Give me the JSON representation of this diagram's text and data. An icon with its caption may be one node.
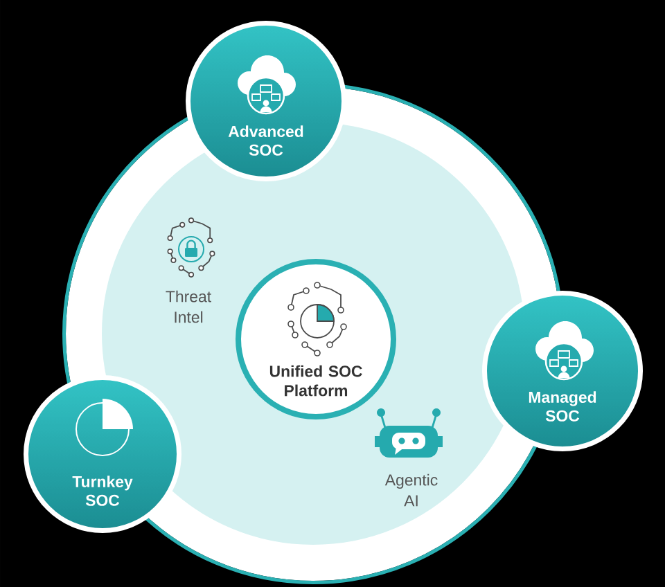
{
  "diagram": {
    "nodes": [
      {
        "text": [],
        "shape": "circle"
      },
      {
        "text": [
          "Advanced SOC"
        ]
      },
      {
        "text": [
          "Unified SOC Platform"
        ],
        "in": 0
      },
      {
        "text": [
          "Managed SOC"
        ]
      },
      {
        "text": [
          "Turnkey SOC"
        ]
      }
    ],
    "labels": [
      "Threat Intel",
      "Agentic AI"
    ]
  }
}
